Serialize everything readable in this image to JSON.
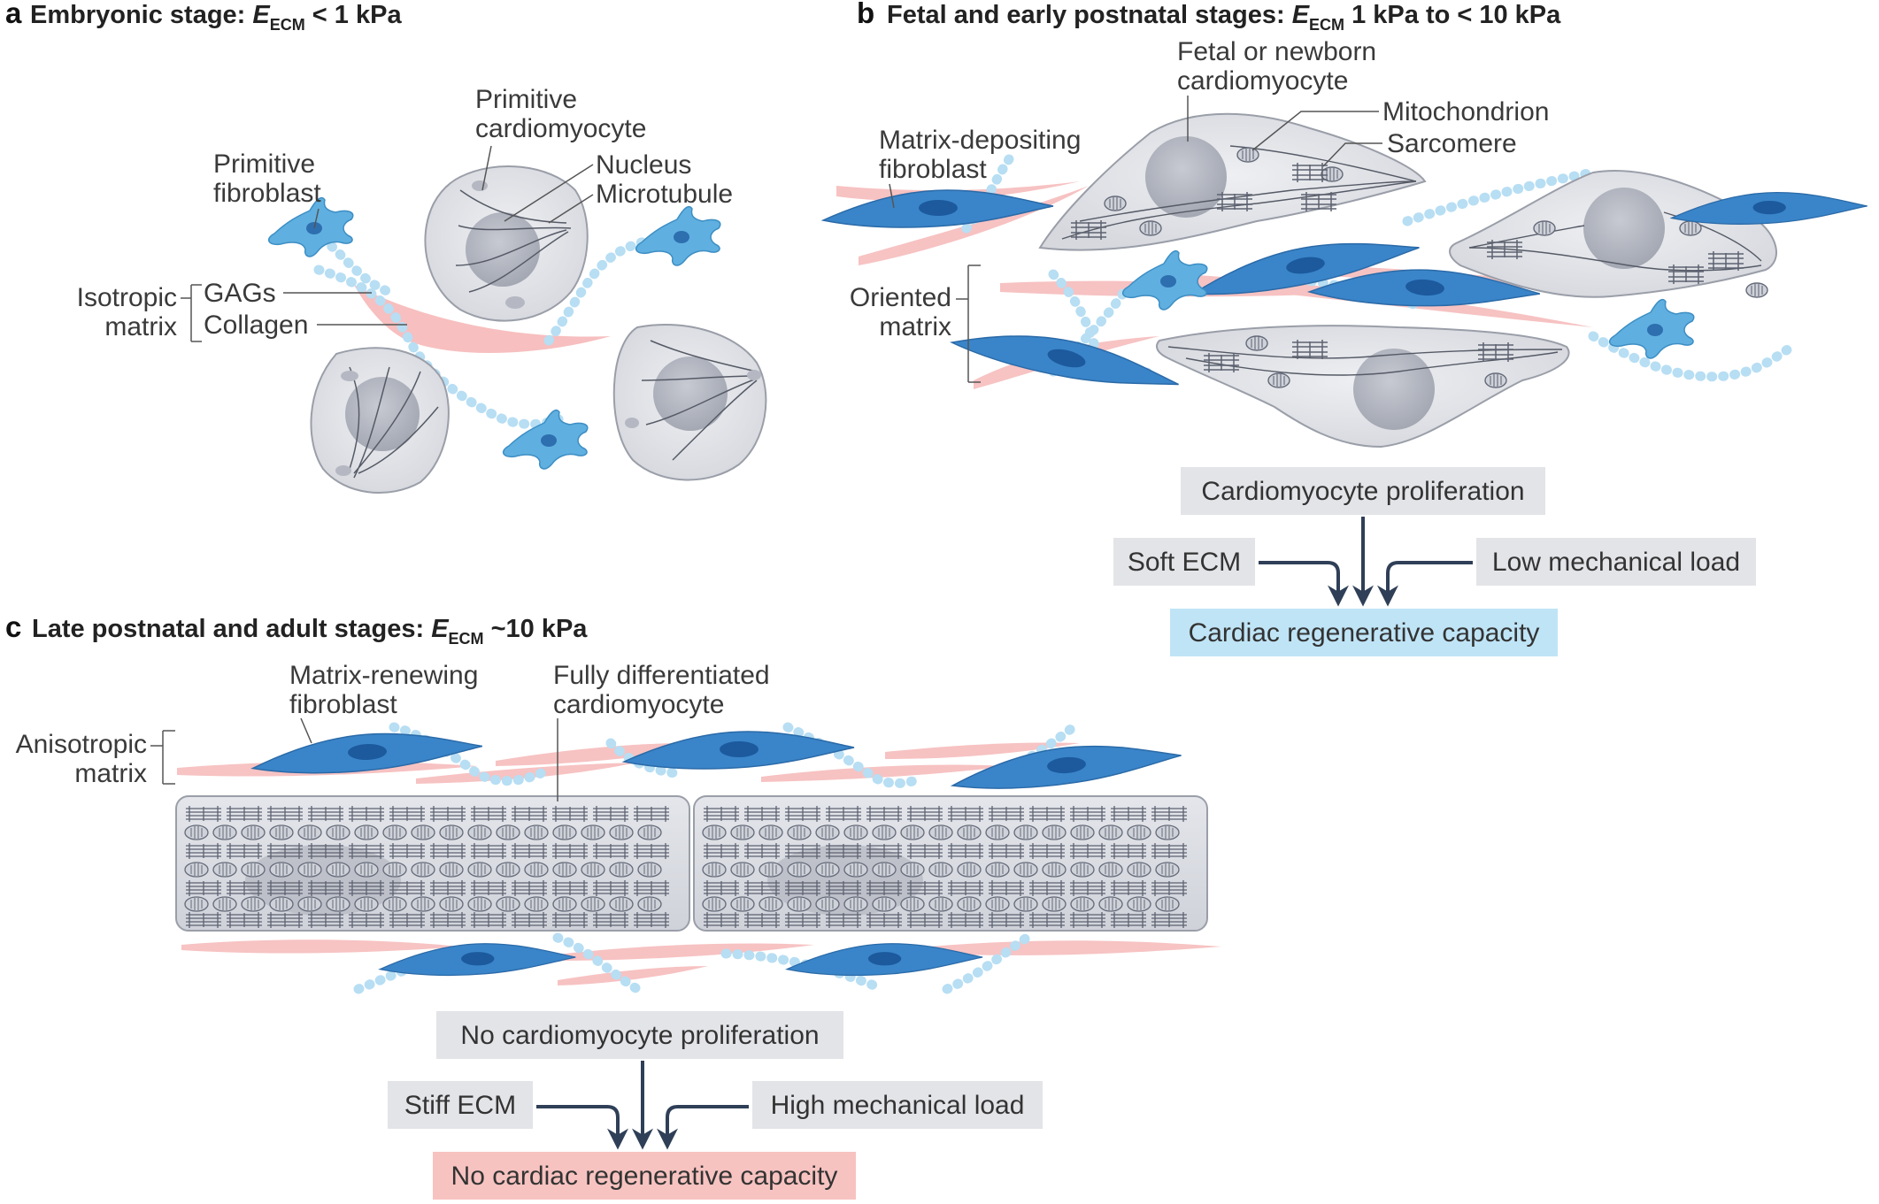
{
  "colors": {
    "fibroblast_light": "#5fb0e0",
    "fibroblast_dark": "#2e7bc4",
    "collagen": "#f6b8b8",
    "gag_bead": "#b7def3",
    "cell_fill": "#e2e3e7",
    "nucleus": "#b5b8c2",
    "box_grey": "#e3e4e8",
    "box_blue": "#bfe4f6",
    "box_pink": "#f7c3c0",
    "arrow": "#2f3f57"
  },
  "panel_a": {
    "letter": "a",
    "title_prefix": "Embryonic stage: ",
    "title_var": "E",
    "title_sub": "ECM",
    "title_suffix": " < 1 kPa",
    "labels": {
      "primitive_cardiomyocyte": [
        "Primitive",
        "cardiomyocyte"
      ],
      "nucleus": "Nucleus",
      "microtubule": "Microtubule",
      "primitive_fibroblast": [
        "Primitive",
        "fibroblast"
      ],
      "isotropic_matrix": [
        "Isotropic",
        "matrix"
      ],
      "gags": "GAGs",
      "collagen": "Collagen"
    }
  },
  "panel_b": {
    "letter": "b",
    "title_prefix": "Fetal and early postnatal stages: ",
    "title_var": "E",
    "title_sub": "ECM",
    "title_suffix": " 1 kPa to < 10 kPa",
    "labels": {
      "fetal_cardiomyocyte": [
        "Fetal or newborn",
        "cardiomyocyte"
      ],
      "mitochondrion": "Mitochondrion",
      "sarcomere": "Sarcomere",
      "matrix_depositing_fibroblast": [
        "Matrix-depositing",
        "fibroblast"
      ],
      "oriented_matrix": [
        "Oriented",
        "matrix"
      ]
    },
    "flow": {
      "top": "Cardiomyocyte proliferation",
      "left": "Soft ECM",
      "right": "Low mechanical load",
      "bottom": "Cardiac regenerative capacity"
    }
  },
  "panel_c": {
    "letter": "c",
    "title_prefix": "Late postnatal and adult stages: ",
    "title_var": "E",
    "title_sub": "ECM",
    "title_suffix": " ~10 kPa",
    "labels": {
      "matrix_renewing_fibroblast": [
        "Matrix-renewing",
        "fibroblast"
      ],
      "fully_differentiated_cardiomyocyte": [
        "Fully differentiated",
        "cardiomyocyte"
      ],
      "anisotropic_matrix": [
        "Anisotropic",
        "matrix"
      ]
    },
    "flow": {
      "top": "No cardiomyocyte proliferation",
      "left": "Stiff ECM",
      "right": "High mechanical load",
      "bottom": "No cardiac regenerative capacity"
    }
  }
}
